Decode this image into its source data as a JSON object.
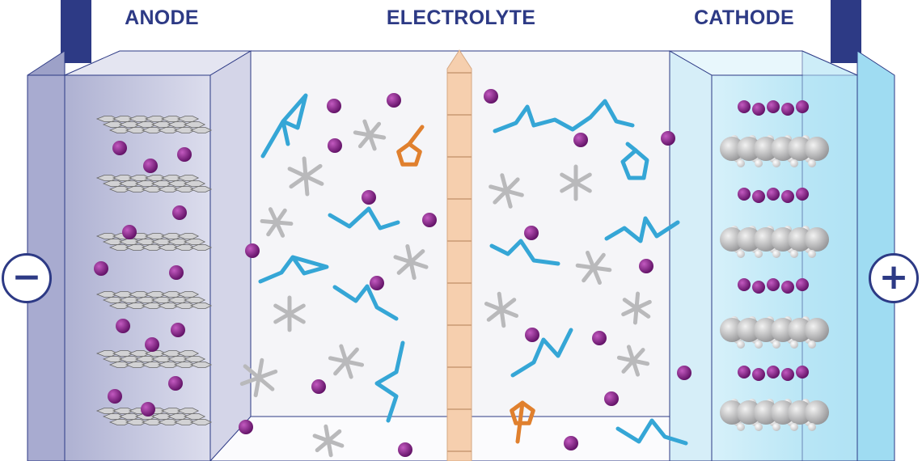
{
  "labels": {
    "anode": "ANODE",
    "electrolyte": "ELECTROLYTE",
    "cathode": "CATHODE"
  },
  "terminals": {
    "negative": "−",
    "positive": "+"
  },
  "colors": {
    "frame": "#2d3a85",
    "ion": "#7a1a7a",
    "solvent_blue": "#35a6d6",
    "solvent_gray": "#b9b9bb",
    "additive_orange": "#e0802e",
    "separator": "#f6cfae",
    "graphite": "#b5b5b5",
    "anode_panel": "#c9cbe2",
    "cathode_panel": "#bfe8f6"
  },
  "icons": {
    "ion": "ion-sphere-icon",
    "graphite": "graphite-sheet-icon",
    "solvent": "solvent-molecule-icon",
    "salt": "salt-star-icon",
    "additive": "ring-additive-icon",
    "cathode_layer": "metal-oxide-layer-icon"
  }
}
